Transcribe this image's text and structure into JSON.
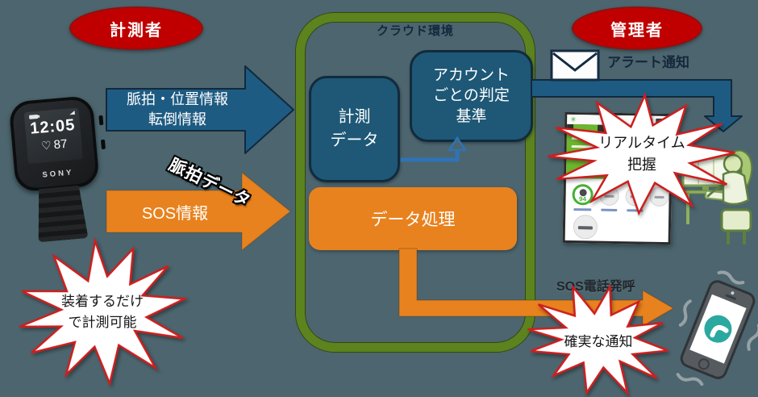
{
  "actors": {
    "measurer": "計測者",
    "admin": "管理者"
  },
  "watch": {
    "time": "12:05",
    "heart_rate": "87",
    "brand": "SONY",
    "heart_icon": "♡"
  },
  "arrows": {
    "vitals": {
      "line1": "脈拍・位置情報",
      "line2": "転倒情報"
    },
    "sos": {
      "label": "SOS情報"
    },
    "pulse_overlay": "脈拍データ",
    "alert": "アラート通知",
    "sos_call": "SOS電話発呼"
  },
  "cloud": {
    "title": "クラウド環境",
    "measure_box": {
      "line1": "計測",
      "line2": "データ"
    },
    "criteria_box": {
      "line1": "アカウント",
      "line2": "ごとの判定",
      "line3": "基準"
    },
    "processing_box": {
      "label": "データ処理"
    }
  },
  "callouts": {
    "wear": {
      "line1": "装着するだけ",
      "line2": "で計測可能"
    },
    "realtime": {
      "line1": "リアルタイム",
      "line2": "把握"
    },
    "notify": {
      "label": "確実な通知"
    }
  },
  "dashboard": {
    "score": "94"
  },
  "colors": {
    "background": "#4C656E",
    "actor_red": "#C00000",
    "box_blue": "#1E5876",
    "arrow_blue": "#1E5B82",
    "orange": "#E8821E",
    "cloud_green": "#5C831D",
    "phone_icon_teal": "#2BA89F",
    "dashboard_green": "#6CB52E"
  }
}
